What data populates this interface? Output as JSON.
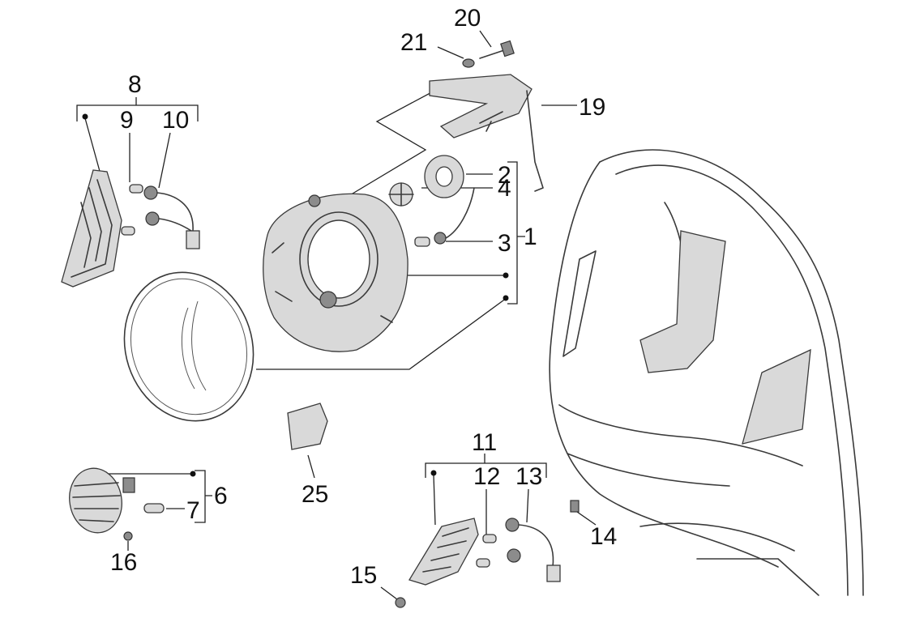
{
  "callouts": {
    "n1": "1",
    "n2": "2",
    "n3": "3",
    "n4": "4",
    "n6": "6",
    "n7": "7",
    "n8": "8",
    "n9": "9",
    "n10": "10",
    "n11": "11",
    "n12": "12",
    "n13": "13",
    "n14": "14",
    "n15": "15",
    "n16": "16",
    "n19": "19",
    "n20": "20",
    "n21": "21",
    "n25": "25"
  }
}
